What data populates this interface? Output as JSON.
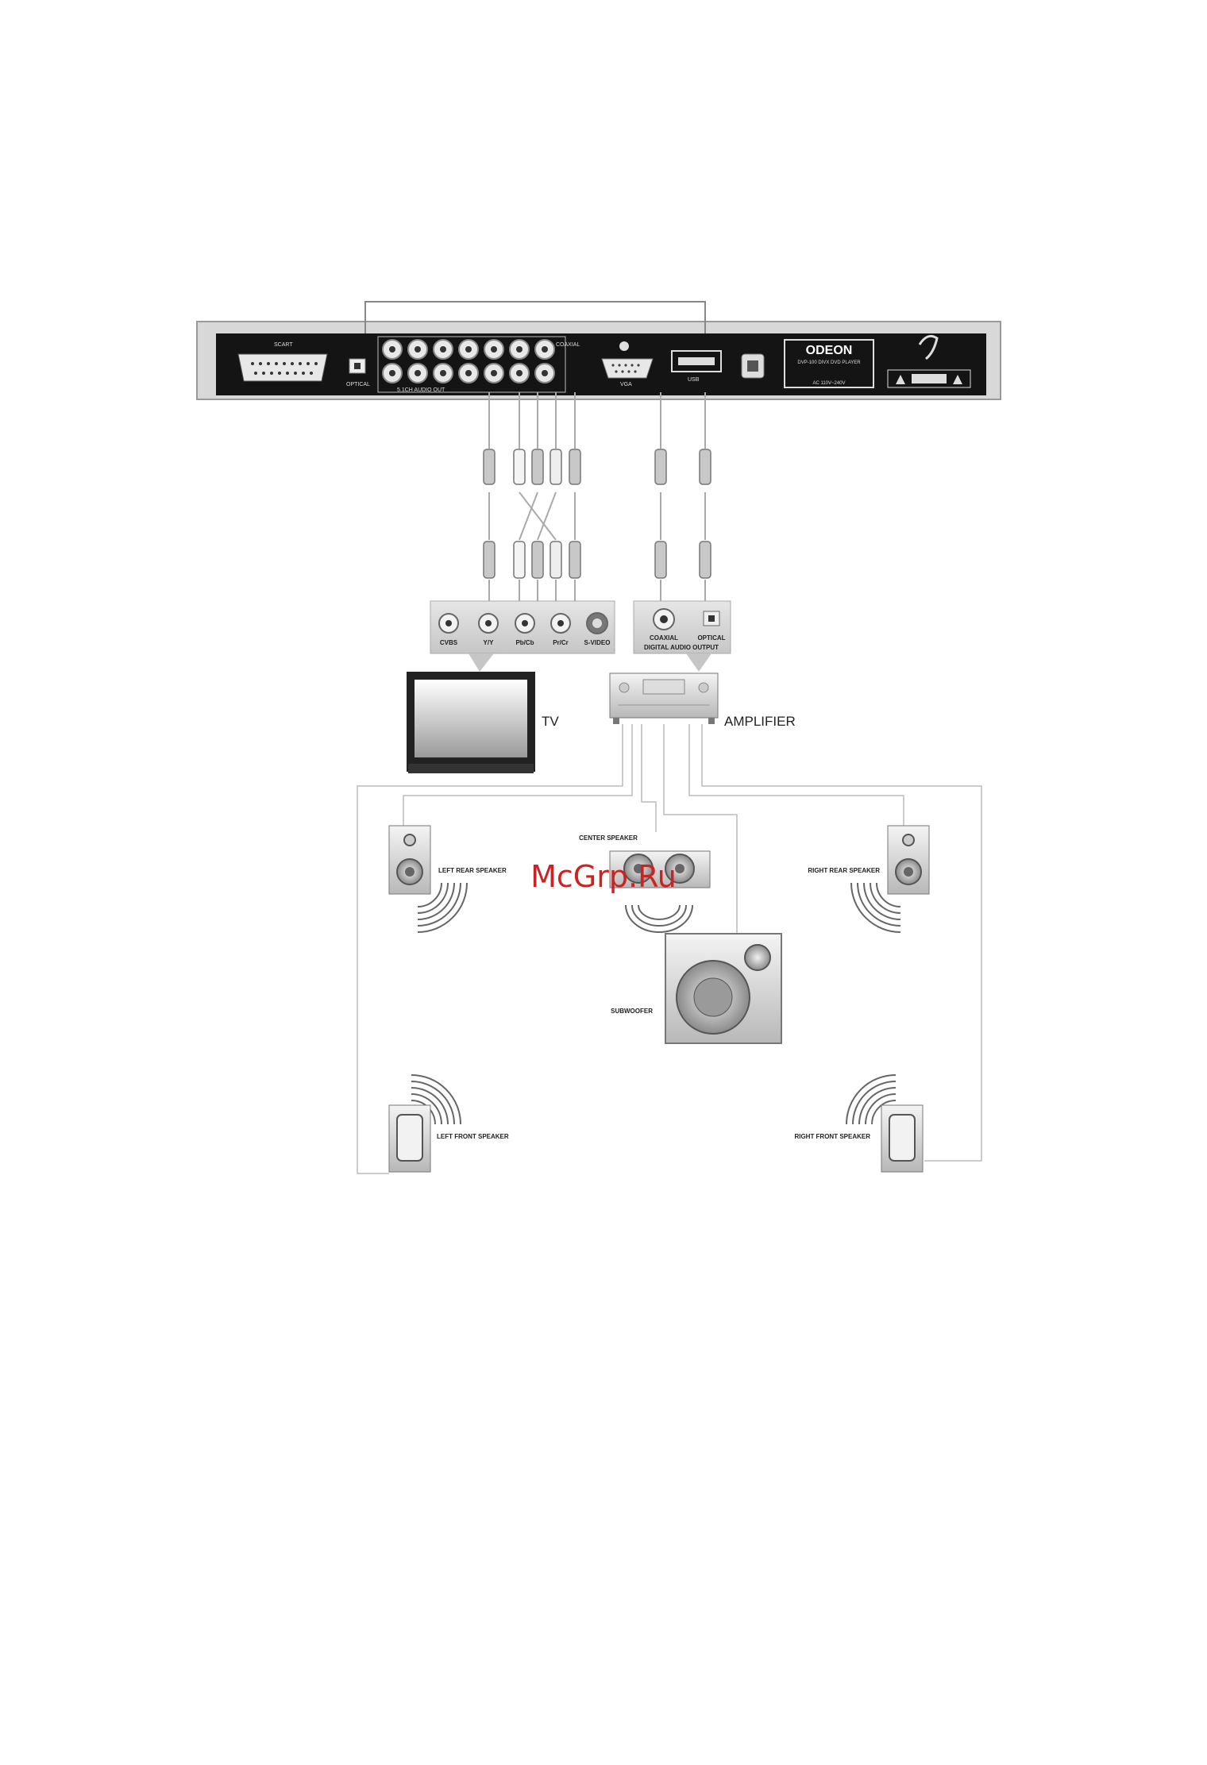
{
  "player": {
    "brand": "ODEON",
    "model_text": "DVP-100 DIVX DVD PLAYER",
    "power_text": "AC 110V~240V",
    "jack_labels": {
      "scart": "SCART",
      "optical": "OPTICAL",
      "surround": "5.1CH AUDIO OUT",
      "coaxial": "COAXIAL",
      "vga": "VGA",
      "usb": "USB"
    }
  },
  "tv_panel": {
    "jacks": [
      "CVBS",
      "Y/Y",
      "Pb/Cb",
      "Pr/Cr",
      "S-VIDEO"
    ]
  },
  "amp_panel": {
    "jacks": [
      "COAXIAL",
      "OPTICAL"
    ],
    "caption": "DIGITAL AUDIO OUTPUT"
  },
  "devices": {
    "tv": "TV",
    "amplifier": "AMPLIFIER"
  },
  "speakers": {
    "center": "CENTER SPEAKER",
    "left_rear": "LEFT REAR SPEAKER",
    "right_rear": "RIGHT REAR SPEAKER",
    "subwoofer": "SUBWOOFER",
    "left_front": "LEFT FRONT SPEAKER",
    "right_front": "RIGHT FRONT SPEAKER"
  },
  "watermark": "McGrp.Ru"
}
